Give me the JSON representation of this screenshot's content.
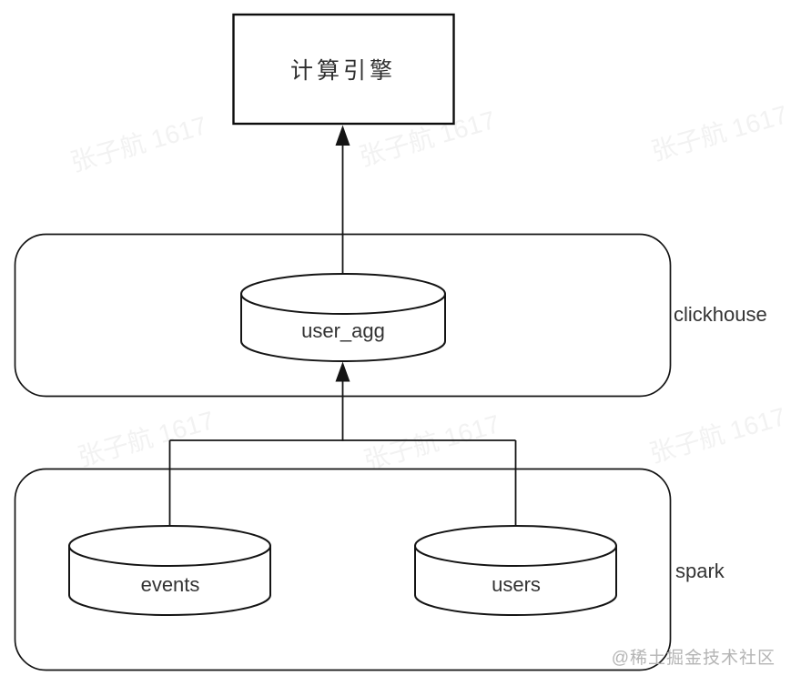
{
  "diagram": {
    "nodes": {
      "compute_engine": {
        "label": "计算引擎",
        "shape": "rectangle"
      },
      "user_agg": {
        "label": "user_agg",
        "shape": "database-cylinder"
      },
      "events": {
        "label": "events",
        "shape": "database-cylinder"
      },
      "users": {
        "label": "users",
        "shape": "database-cylinder"
      }
    },
    "containers": {
      "clickhouse": {
        "label": "clickhouse"
      },
      "spark": {
        "label": "spark"
      }
    },
    "edges": [
      {
        "from": "user_agg",
        "to": "compute_engine",
        "type": "arrow"
      },
      {
        "from": "events",
        "to": "user_agg",
        "type": "arrow"
      },
      {
        "from": "users",
        "to": "user_agg",
        "type": "arrow"
      }
    ],
    "colors": {
      "line": "#141414",
      "text": "#333333",
      "background": "#ffffff",
      "faint_watermark": "#f2f2f2",
      "credit_watermark": "#b4b4b4"
    }
  },
  "watermark": {
    "text": "张子航 1617",
    "credit": "@稀土掘金技术社区"
  }
}
